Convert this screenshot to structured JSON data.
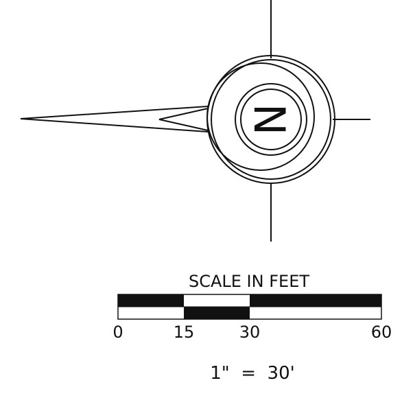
{
  "north_arrow": {
    "letter": "N"
  },
  "scale_bar": {
    "title": "SCALE IN FEET",
    "ticks": [
      "0",
      "15",
      "30",
      "60"
    ],
    "tick_values": [
      0,
      15,
      30,
      60
    ],
    "max_value": 60,
    "colors": {
      "dark": "#111111",
      "light": "#ffffff"
    }
  },
  "ratio_label": "1\"  =  30'"
}
